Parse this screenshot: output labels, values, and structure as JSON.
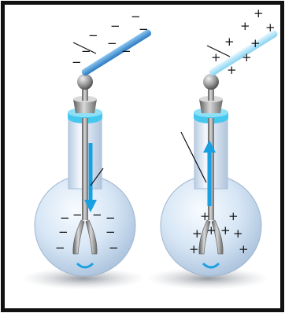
{
  "figure": {
    "panels": [
      {
        "id": "negative-charging",
        "rod_charge": "−",
        "leaf_charge": "−",
        "flow_arrow": "downward"
      },
      {
        "id": "positive-charging",
        "rod_charge": "+",
        "leaf_charge": "+",
        "flow_arrow": "upward"
      }
    ]
  },
  "colors": {
    "frame": "#111111",
    "background": "#ffffff",
    "flask_glass": "#cfdff0",
    "flask_highlight": "#f4f8fd",
    "stopper_cyan": "#46c8ee",
    "flow_arrow": "#1aa0e0",
    "rod_negative": "#3a8fd6",
    "rod_positive": "#a8e2f7",
    "metal": "#8a8a8a",
    "shadow": "#9aa0a8"
  }
}
